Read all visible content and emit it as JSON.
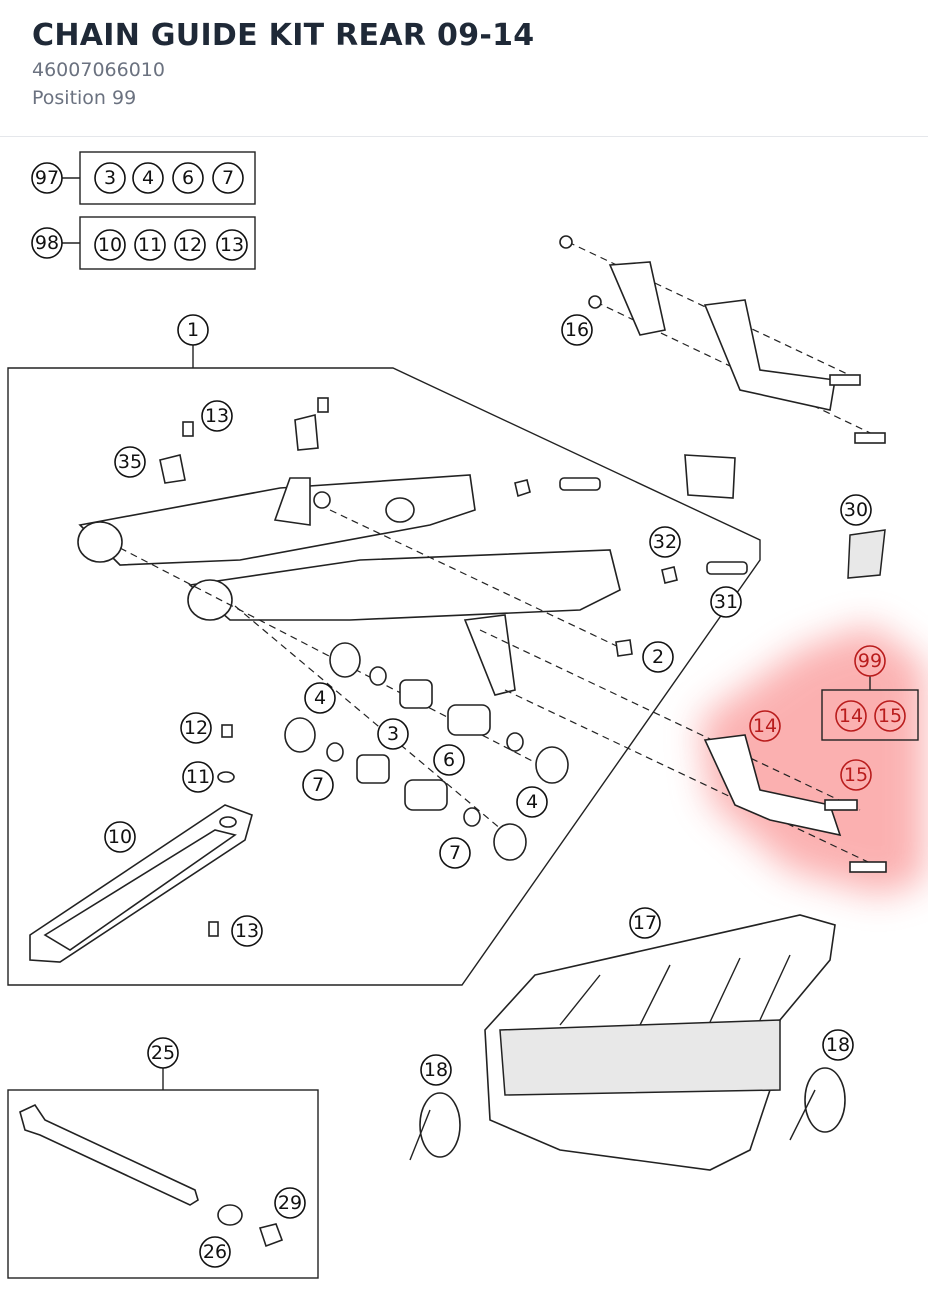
{
  "header": {
    "title": "CHAIN GUIDE KIT REAR 09-14",
    "part_number": "46007066010",
    "position": "Position 99"
  },
  "highlight_color": "#f87171",
  "callouts": {
    "c97": "97",
    "c98": "98",
    "g97_1": "3",
    "g97_2": "4",
    "g97_3": "6",
    "g97_4": "7",
    "g98_1": "10",
    "g98_2": "11",
    "g98_3": "12",
    "g98_4": "13",
    "c1": "1",
    "c13a": "13",
    "c35": "35",
    "c16": "16",
    "c30": "30",
    "c32": "32",
    "c31": "31",
    "c2": "2",
    "c99": "99",
    "g99_1": "14",
    "g99_2": "15",
    "c14": "14",
    "c15": "15",
    "c4a": "4",
    "c3": "3",
    "c6": "6",
    "c12": "12",
    "c11": "11",
    "c7a": "7",
    "c4b": "4",
    "c7b": "7",
    "c10": "10",
    "c13b": "13",
    "c17": "17",
    "c18a": "18",
    "c18b": "18",
    "c25": "25",
    "c29": "29",
    "c26": "26"
  }
}
